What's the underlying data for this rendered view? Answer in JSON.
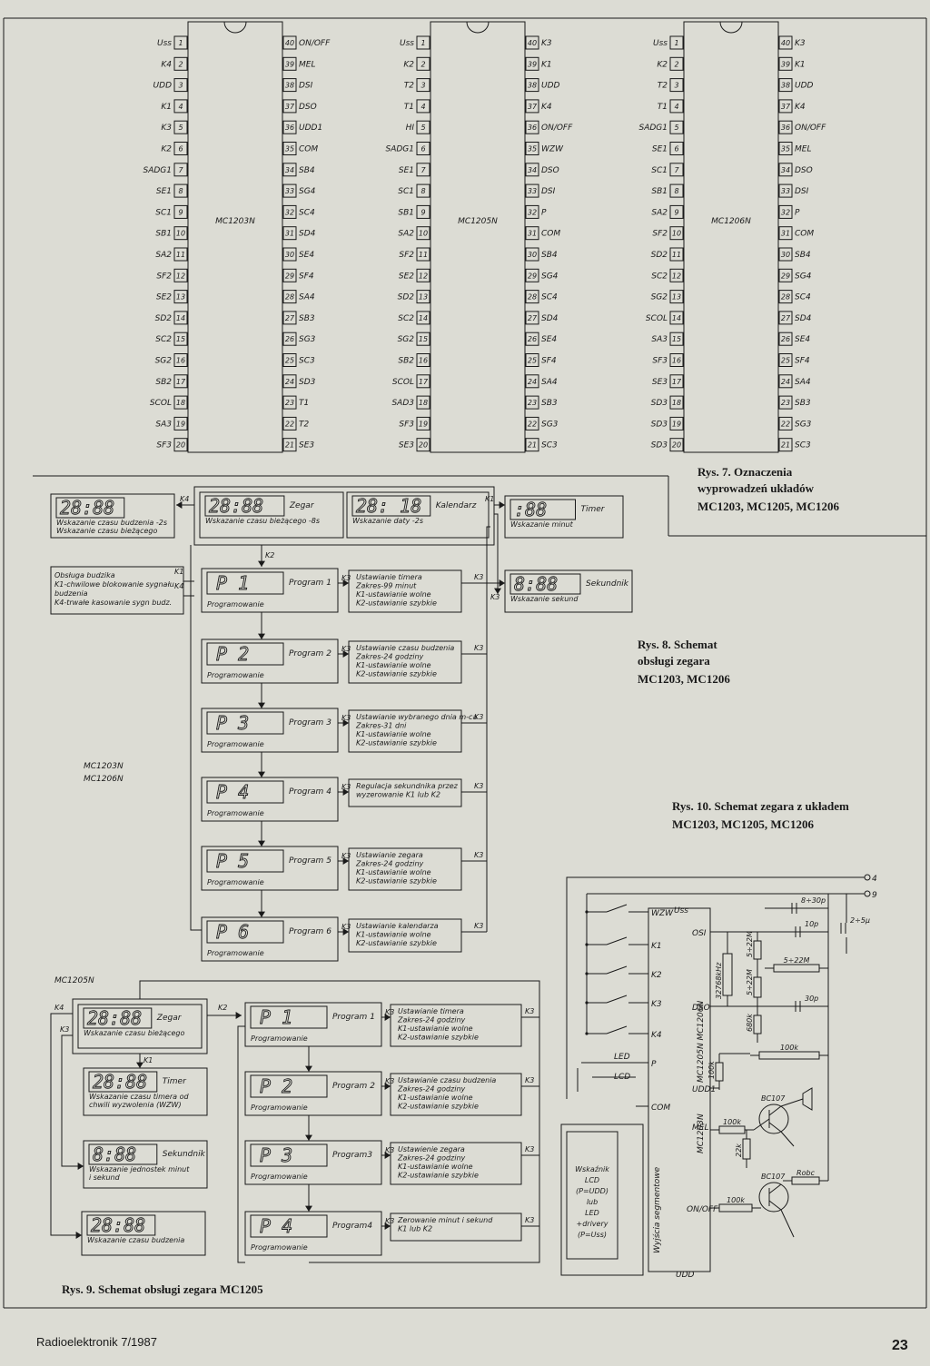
{
  "figure7": {
    "caption": [
      "Rys. 7. Oznaczenia",
      "wyprowadzeń układów",
      "MC1203, MC1205, MC1206"
    ],
    "chips": [
      {
        "name": "MC1203N",
        "left": [
          "Uss",
          "K4",
          "UDD",
          "K1",
          "K3",
          "K2",
          "SADG1",
          "SE1",
          "SC1",
          "SB1",
          "SA2",
          "SF2",
          "SE2",
          "SD2",
          "SC2",
          "SG2",
          "SB2",
          "SCOL",
          "SA3",
          "SF3"
        ],
        "right": [
          "ON/OFF",
          "MEL",
          "DSI",
          "DSO",
          "UDD1",
          "COM",
          "SB4",
          "SG4",
          "SC4",
          "SD4",
          "SE4",
          "SF4",
          "SA4",
          "SB3",
          "SG3",
          "SC3",
          "SD3",
          "T1",
          "T2",
          "SE3"
        ]
      },
      {
        "name": "MC1205N",
        "left": [
          "Uss",
          "K2",
          "T2",
          "T1",
          "HI",
          "SADG1",
          "SE1",
          "SC1",
          "SB1",
          "SA2",
          "SF2",
          "SE2",
          "SD2",
          "SC2",
          "SG2",
          "SB2",
          "SCOL",
          "SAD3",
          "SF3",
          "SE3"
        ],
        "right": [
          "K3",
          "K1",
          "UDD",
          "K4",
          "ON/OFF",
          "WZW",
          "DSO",
          "DSI",
          "P",
          "COM",
          "SB4",
          "SG4",
          "SC4",
          "SD4",
          "SE4",
          "SF4",
          "SA4",
          "SB3",
          "SG3",
          "SC3"
        ]
      },
      {
        "name": "MC1206N",
        "left": [
          "Uss",
          "K2",
          "T2",
          "T1",
          "SADG1",
          "SE1",
          "SC1",
          "SB1",
          "SA2",
          "SF2",
          "SD2",
          "SC2",
          "SG2",
          "SCOL",
          "SA3",
          "SF3",
          "SE3",
          "SD3",
          "SD3",
          "SD3"
        ],
        "right": [
          "K3",
          "K1",
          "UDD",
          "K4",
          "ON/OFF",
          "MEL",
          "DSO",
          "DSI",
          "P",
          "COM",
          "SB4",
          "SG4",
          "SC4",
          "SD4",
          "SE4",
          "SF4",
          "SA4",
          "SB3",
          "SG3",
          "SC3"
        ]
      }
    ]
  },
  "figure8": {
    "caption": [
      "Rys. 8. Schemat",
      "obsługi zegara",
      "MC1203, MC1206"
    ],
    "side_label": [
      "MC1203N",
      "MC1206N"
    ],
    "top_displays": [
      {
        "digits": "28:88",
        "title": "",
        "note": [
          "Wskazanie czasu budzenia -2s",
          "Wskazanie czasu bieżącego"
        ]
      },
      {
        "digits": "28:88",
        "title": "Zegar",
        "note": [
          "Wskazanie czasu bieżącego -8s"
        ]
      },
      {
        "digits": "28: 18",
        "title": "Kalendarz",
        "note": [
          "Wskazanie daty -2s"
        ]
      },
      {
        "digits": ":88",
        "title": "Timer",
        "note": [
          "Wskazanie minut"
        ]
      }
    ],
    "alarm_box": [
      "Obsługa budzika",
      "K1-chwilowe blokowanie sygnału",
      "budzenia",
      "K4-trwałe kasowanie sygn budz."
    ],
    "sekundnik": {
      "digits": "8:88",
      "title": "Sekundnik",
      "note": "Wskazanie sekund"
    },
    "programs": [
      {
        "digits": "P  1",
        "name": "Program 1",
        "mode": "Programowanie",
        "desc": [
          "Ustawianie timera",
          "Zakres-99 minut",
          "K1-ustawianie wolne",
          "K2-ustawianie szybkie"
        ]
      },
      {
        "digits": "P  2",
        "name": "Program 2",
        "mode": "Programowanie",
        "desc": [
          "Ustawianie czasu budzenia",
          "Zakres-24 godziny",
          "K1-ustawianie wolne",
          "K2-ustawianie szybkie"
        ]
      },
      {
        "digits": "P  3",
        "name": "Program 3",
        "mode": "Programowanie",
        "desc": [
          "Ustawianie wybranego dnia m-ca",
          "Zakres-31 dni",
          "K1-ustawianie wolne",
          "K2-ustawianie szybkie"
        ]
      },
      {
        "digits": "P  4",
        "name": "Program 4",
        "mode": "Programowanie",
        "desc": [
          "Regulacja sekundnika przez",
          "wyzerowanie K1 lub K2"
        ]
      },
      {
        "digits": "P  5",
        "name": "Program 5",
        "mode": "Programowanie",
        "desc": [
          "Ustawianie zegara",
          "Zakres-24 godziny",
          "K1-ustawianie wolne",
          "K2-ustawianie szybkie"
        ]
      },
      {
        "digits": "P  6",
        "name": "Program 6",
        "mode": "Programowanie",
        "desc": [
          "Ustawianie kalendarza",
          "K1-ustawianie wolne",
          "K2-ustawianie szybkie"
        ]
      }
    ],
    "keys": {
      "k1": "K1",
      "k2": "K2",
      "k3": "K3",
      "k4": "K4"
    }
  },
  "figure9": {
    "caption": "Rys. 9. Schemat obsługi zegara MC1205",
    "side_label": "MC1205N",
    "left": [
      {
        "digits": "28:88",
        "title": "Zegar",
        "note": [
          "Wskazanie czasu bieżącego"
        ]
      },
      {
        "digits": "28:88",
        "title": "Timer",
        "note": [
          "Wskazanie czasu timera od",
          "chwili wyzwolenia (WZW)"
        ]
      },
      {
        "digits": "8:88",
        "title": "Sekundnik",
        "note": [
          "Wskazanie jednostek minut",
          "i sekund"
        ]
      },
      {
        "digits": "28:88",
        "title": "",
        "note": [
          "Wskazanie czasu budzenia"
        ]
      }
    ],
    "programs": [
      {
        "digits": "P  1",
        "name": "Program 1",
        "mode": "Programowanie",
        "desc": [
          "Ustawianie timera",
          "Zakres-24 godziny",
          "K1-ustawianie wolne",
          "K2-ustawianie szybkie"
        ]
      },
      {
        "digits": "P  2",
        "name": "Program 2",
        "mode": "Programowanie",
        "desc": [
          "Ustawianie czasu budzenia",
          "Zakres-24 godziny",
          "K1-ustawianie wolne",
          "K2-ustawianie szybkie"
        ]
      },
      {
        "digits": "P  3",
        "name": "Program3",
        "mode": "Programowanie",
        "desc": [
          "Ustawienie zegara",
          "Zakres-24 godziny",
          "K1-ustawianie wolne",
          "K2-ustawianie szybkie"
        ]
      },
      {
        "digits": "P  4",
        "name": "Program4",
        "mode": "Programowanie",
        "desc": [
          "Zerowanie minut i sekund",
          "K1 lub K2"
        ]
      }
    ]
  },
  "figure10": {
    "caption": [
      "Rys. 10. Schemat zegara z układem",
      "MC1203, MC1205, MC1206"
    ],
    "terminals": [
      "4",
      "9"
    ],
    "ic_pins_left": [
      "WZW",
      "K1",
      "K2",
      "K3",
      "K4",
      "P",
      "COM"
    ],
    "ic_pins_top": "Uss",
    "ic_pins_right": [
      "OSI",
      "DSO",
      "UDD1",
      "MEL",
      "ON/OFF"
    ],
    "ic_bottom": "UDD",
    "ic_names": [
      "MC1203N",
      "MC1205N MC1206N"
    ],
    "outputs": "Wyjścia segmentowe",
    "led_lcd": [
      "LED",
      "LCD"
    ],
    "indicator": [
      "Wskaźnik",
      "LCD",
      "(P=UDD)",
      "lub",
      "LED",
      "+drivery",
      "(P=Uss)"
    ],
    "components": {
      "trimmer": "8÷30p",
      "c1": "10p",
      "c2": "30p",
      "cbig": "2÷5µ",
      "crystal": "32768kHz",
      "r1": "5÷22M",
      "r2": "5÷22M",
      "r3": "5÷22M",
      "r4": "680k",
      "r5": "100k",
      "r6": "100k",
      "r7": "100k",
      "r8": "22k",
      "r9": "100k",
      "pot": "100k",
      "t1": "BC107",
      "t2": "BC107",
      "rload": "Robc"
    }
  },
  "footer": {
    "left": "Radioelektronik 7/1987",
    "right": "23"
  }
}
